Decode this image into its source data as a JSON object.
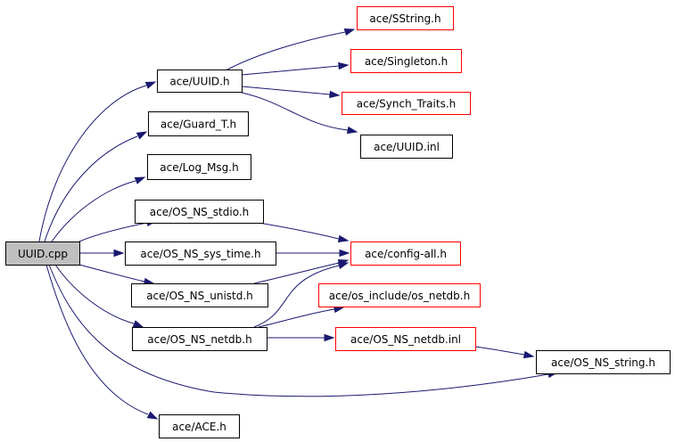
{
  "diagram": {
    "type": "include-dependency-graph",
    "colors": {
      "edge": "#191970",
      "root_fill": "#bfbfbf",
      "node_fill": "#ffffff",
      "documented_border": "#000000",
      "undocumented_border": "#ff0000"
    },
    "nodes": [
      {
        "id": "uuid_cpp",
        "label": "UUID.cpp",
        "kind": "root"
      },
      {
        "id": "uuid_h",
        "label": "ace/UUID.h",
        "kind": "documented"
      },
      {
        "id": "guard_t",
        "label": "ace/Guard_T.h",
        "kind": "documented"
      },
      {
        "id": "log_msg",
        "label": "ace/Log_Msg.h",
        "kind": "documented"
      },
      {
        "id": "os_ns_stdio",
        "label": "ace/OS_NS_stdio.h",
        "kind": "documented"
      },
      {
        "id": "os_ns_sys_time",
        "label": "ace/OS_NS_sys_time.h",
        "kind": "documented"
      },
      {
        "id": "os_ns_unistd",
        "label": "ace/OS_NS_unistd.h",
        "kind": "documented"
      },
      {
        "id": "os_ns_netdb",
        "label": "ace/OS_NS_netdb.h",
        "kind": "documented"
      },
      {
        "id": "ace_h",
        "label": "ace/ACE.h",
        "kind": "documented"
      },
      {
        "id": "sstring",
        "label": "ace/SString.h",
        "kind": "undocumented"
      },
      {
        "id": "singleton",
        "label": "ace/Singleton.h",
        "kind": "undocumented"
      },
      {
        "id": "synch_traits",
        "label": "ace/Synch_Traits.h",
        "kind": "undocumented"
      },
      {
        "id": "uuid_inl",
        "label": "ace/UUID.inl",
        "kind": "documented"
      },
      {
        "id": "config_all",
        "label": "ace/config-all.h",
        "kind": "undocumented"
      },
      {
        "id": "os_netdb_h",
        "label": "ace/os_include/os_netdb.h",
        "kind": "undocumented"
      },
      {
        "id": "os_ns_netdb_inl",
        "label": "ace/OS_NS_netdb.inl",
        "kind": "undocumented"
      },
      {
        "id": "os_ns_string",
        "label": "ace/OS_NS_string.h",
        "kind": "documented"
      }
    ],
    "edges": [
      {
        "from": "uuid_cpp",
        "to": "uuid_h"
      },
      {
        "from": "uuid_cpp",
        "to": "guard_t"
      },
      {
        "from": "uuid_cpp",
        "to": "log_msg"
      },
      {
        "from": "uuid_cpp",
        "to": "os_ns_stdio"
      },
      {
        "from": "uuid_cpp",
        "to": "os_ns_sys_time"
      },
      {
        "from": "uuid_cpp",
        "to": "os_ns_unistd"
      },
      {
        "from": "uuid_cpp",
        "to": "os_ns_netdb"
      },
      {
        "from": "uuid_cpp",
        "to": "os_ns_string"
      },
      {
        "from": "uuid_cpp",
        "to": "ace_h"
      },
      {
        "from": "uuid_h",
        "to": "sstring"
      },
      {
        "from": "uuid_h",
        "to": "singleton"
      },
      {
        "from": "uuid_h",
        "to": "synch_traits"
      },
      {
        "from": "uuid_h",
        "to": "uuid_inl"
      },
      {
        "from": "os_ns_stdio",
        "to": "config_all"
      },
      {
        "from": "os_ns_sys_time",
        "to": "config_all"
      },
      {
        "from": "os_ns_unistd",
        "to": "config_all"
      },
      {
        "from": "os_ns_netdb",
        "to": "config_all"
      },
      {
        "from": "os_ns_netdb",
        "to": "os_netdb_h"
      },
      {
        "from": "os_ns_netdb",
        "to": "os_ns_netdb_inl"
      },
      {
        "from": "os_ns_netdb_inl",
        "to": "os_ns_string"
      }
    ]
  }
}
